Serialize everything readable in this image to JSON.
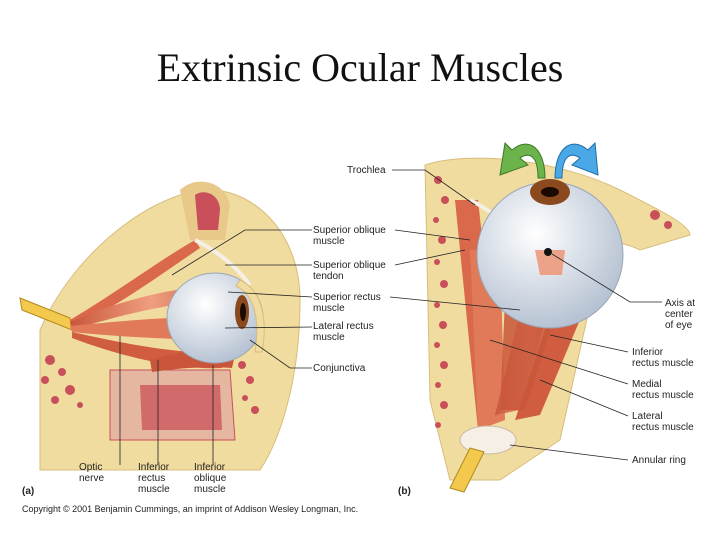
{
  "title": "Extrinsic Ocular Muscles",
  "panel_a": {
    "tag": "(a)",
    "labels": {
      "superior_oblique_muscle": "Superior oblique\nmuscle",
      "superior_oblique_tendon": "Superior oblique\ntendon",
      "superior_rectus_muscle": "Superior rectus\nmuscle",
      "lateral_rectus_muscle": "Lateral rectus\nmuscle",
      "conjunctiva": "Conjunctiva",
      "optic_nerve": "Optic\nnerve",
      "inferior_rectus_muscle": "Inferior\nrectus\nmuscle",
      "inferior_oblique_muscle": "Inferior\noblique\nmuscle"
    }
  },
  "panel_b": {
    "tag": "(b)",
    "labels": {
      "trochlea": "Trochlea",
      "axis": "Axis at\ncenter\nof eye",
      "inferior_rectus_muscle": "Inferior\nrectus muscle",
      "medial_rectus_muscle": "Medial\nrectus muscle",
      "lateral_rectus_muscle": "Lateral\nrectus muscle",
      "annular_ring": "Annular ring"
    }
  },
  "copyright": "Copyright © 2001 Benjamin Cummings, an imprint of Addison Wesley Longman, Inc.",
  "colors": {
    "muscle": "#d9694a",
    "muscle_light": "#ec9a7c",
    "bone": "#f1dca0",
    "sinus": "#c9505a",
    "eyeball": "#dfe5ee",
    "iris": "#8a4a1e",
    "arrow_green": "#6bb34a",
    "arrow_blue": "#4aa8e6"
  }
}
